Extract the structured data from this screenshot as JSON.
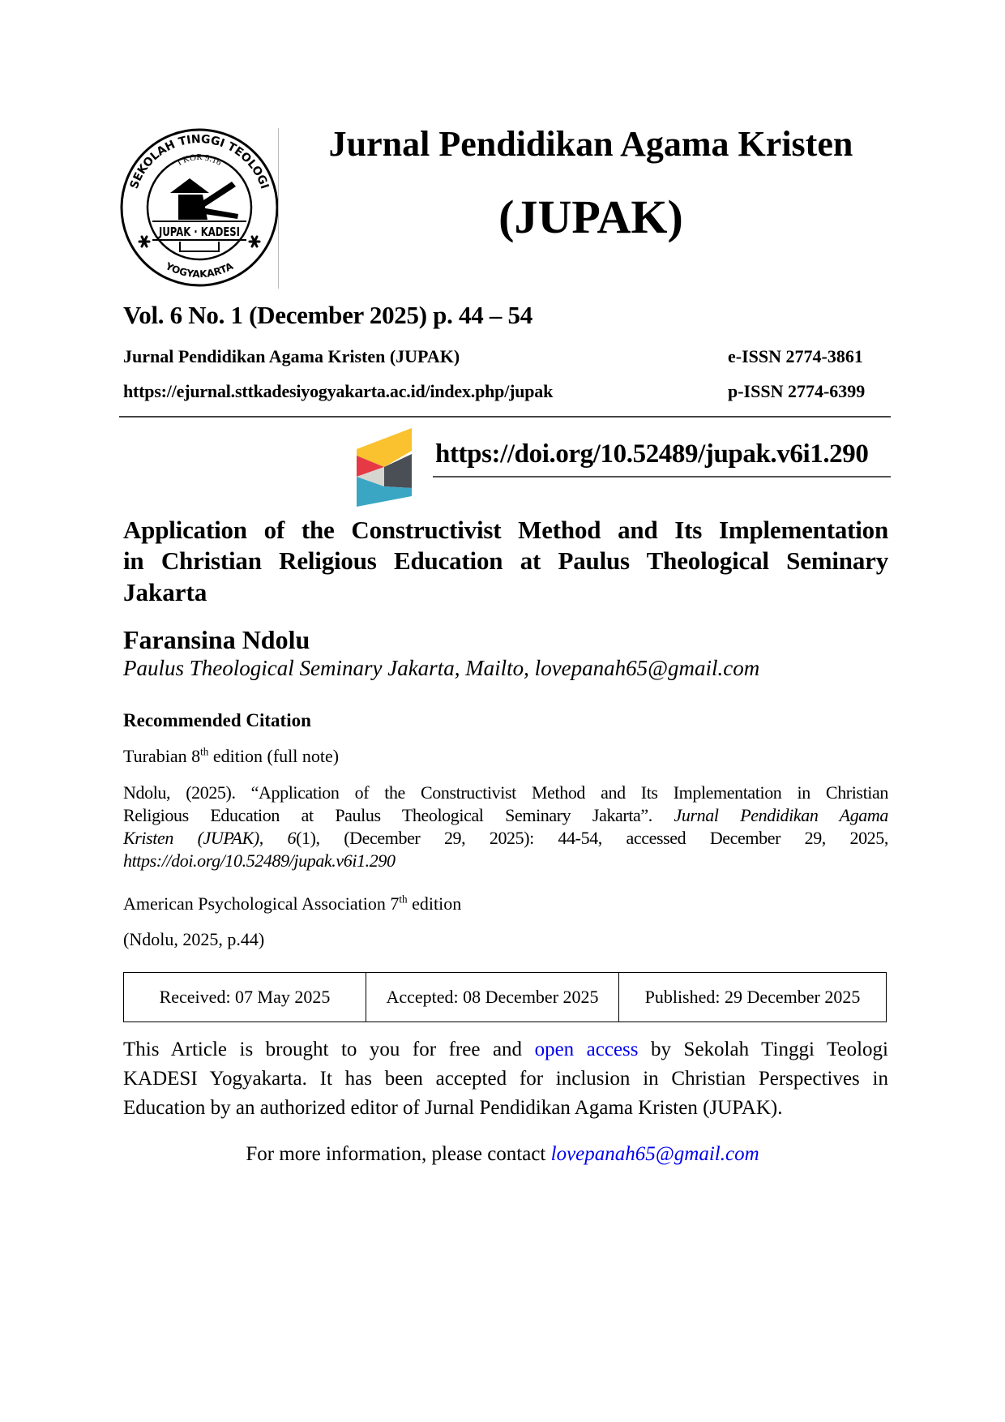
{
  "header": {
    "logo": {
      "ring_top": "SEKOLAH TINGGI TEOLOGI",
      "ring_bottom": "YOGYAKARTA",
      "verse": "I KOR 9:16",
      "banner": "JUPAK · KADESI"
    },
    "journal_title": "Jurnal Pendidikan Agama Kristen",
    "journal_abbrev": "(JUPAK)",
    "volume": "Vol. 6 No. 1 (December 2025) p. 44 – 54",
    "journal_name": "Jurnal Pendidikan Agama Kristen (JUPAK)",
    "journal_url": "https://ejurnal.sttkadesiyogyakarta.ac.id/index.php/jupak",
    "eissn": "e-ISSN 2774-3861",
    "pissn": "p-ISSN 2774-6399"
  },
  "doi": {
    "url": "https://doi.org/10.52489/jupak.v6i1.290",
    "logo_colors": [
      "#f9c22e",
      "#e63946",
      "#d6d6d0",
      "#4a4f55",
      "#3aa6c4"
    ]
  },
  "article": {
    "title_lines": [
      "Application of the Constructivist Method and Its Implementation",
      "in Christian Religious Education at Paulus Theological Seminary",
      "Jakarta"
    ],
    "author": "Faransina Ndolu",
    "affiliation": "Paulus Theological Seminary Jakarta, Mailto, lovepanah65@gmail.com"
  },
  "citation": {
    "heading": "Recommended Citation",
    "turabian_label": "Turabian 8",
    "turabian_sup": "th",
    "turabian_suffix": " edition (full note)",
    "turabian": {
      "l1": "Ndolu, (2025). “Application of the Constructivist Method and Its Implementation in Christian",
      "l2a": "Religious Education at Paulus Theological Seminary Jakarta”.",
      "l2b": "Jurnal Pendidikan Agama",
      "l3a": "Kristen (JUPAK)",
      "l3b": ",",
      "l3c": "6",
      "l3d": "(1), (December 29, 2025): 44-54, accessed December 29, 2025,",
      "l4": "https://doi.org/10.52489/jupak.v6i1.290"
    },
    "apa_label": "American Psychological Association 7",
    "apa_sup": "th",
    "apa_suffix": " edition",
    "apa": "(Ndolu, 2025, p.44)"
  },
  "dates": {
    "received": "Received: 07 May 2025",
    "accepted": "Accepted: 08 December 2025",
    "published": "Published: 29 December 2025"
  },
  "notice": {
    "l1a": "This Article is brought to you for free and",
    "l1link": "open access",
    "l1b": "by Sekolah Tinggi Teologi",
    "l2": "KADESI Yogyakarta. It has been accepted for inclusion in Christian Perspectives in",
    "l3": "Education by an authorized editor of Jurnal Pendidikan Agama Kristen (JUPAK).",
    "contact_prefix": "For more information, please contact ",
    "contact_email": "lovepanah65@gmail.com"
  }
}
